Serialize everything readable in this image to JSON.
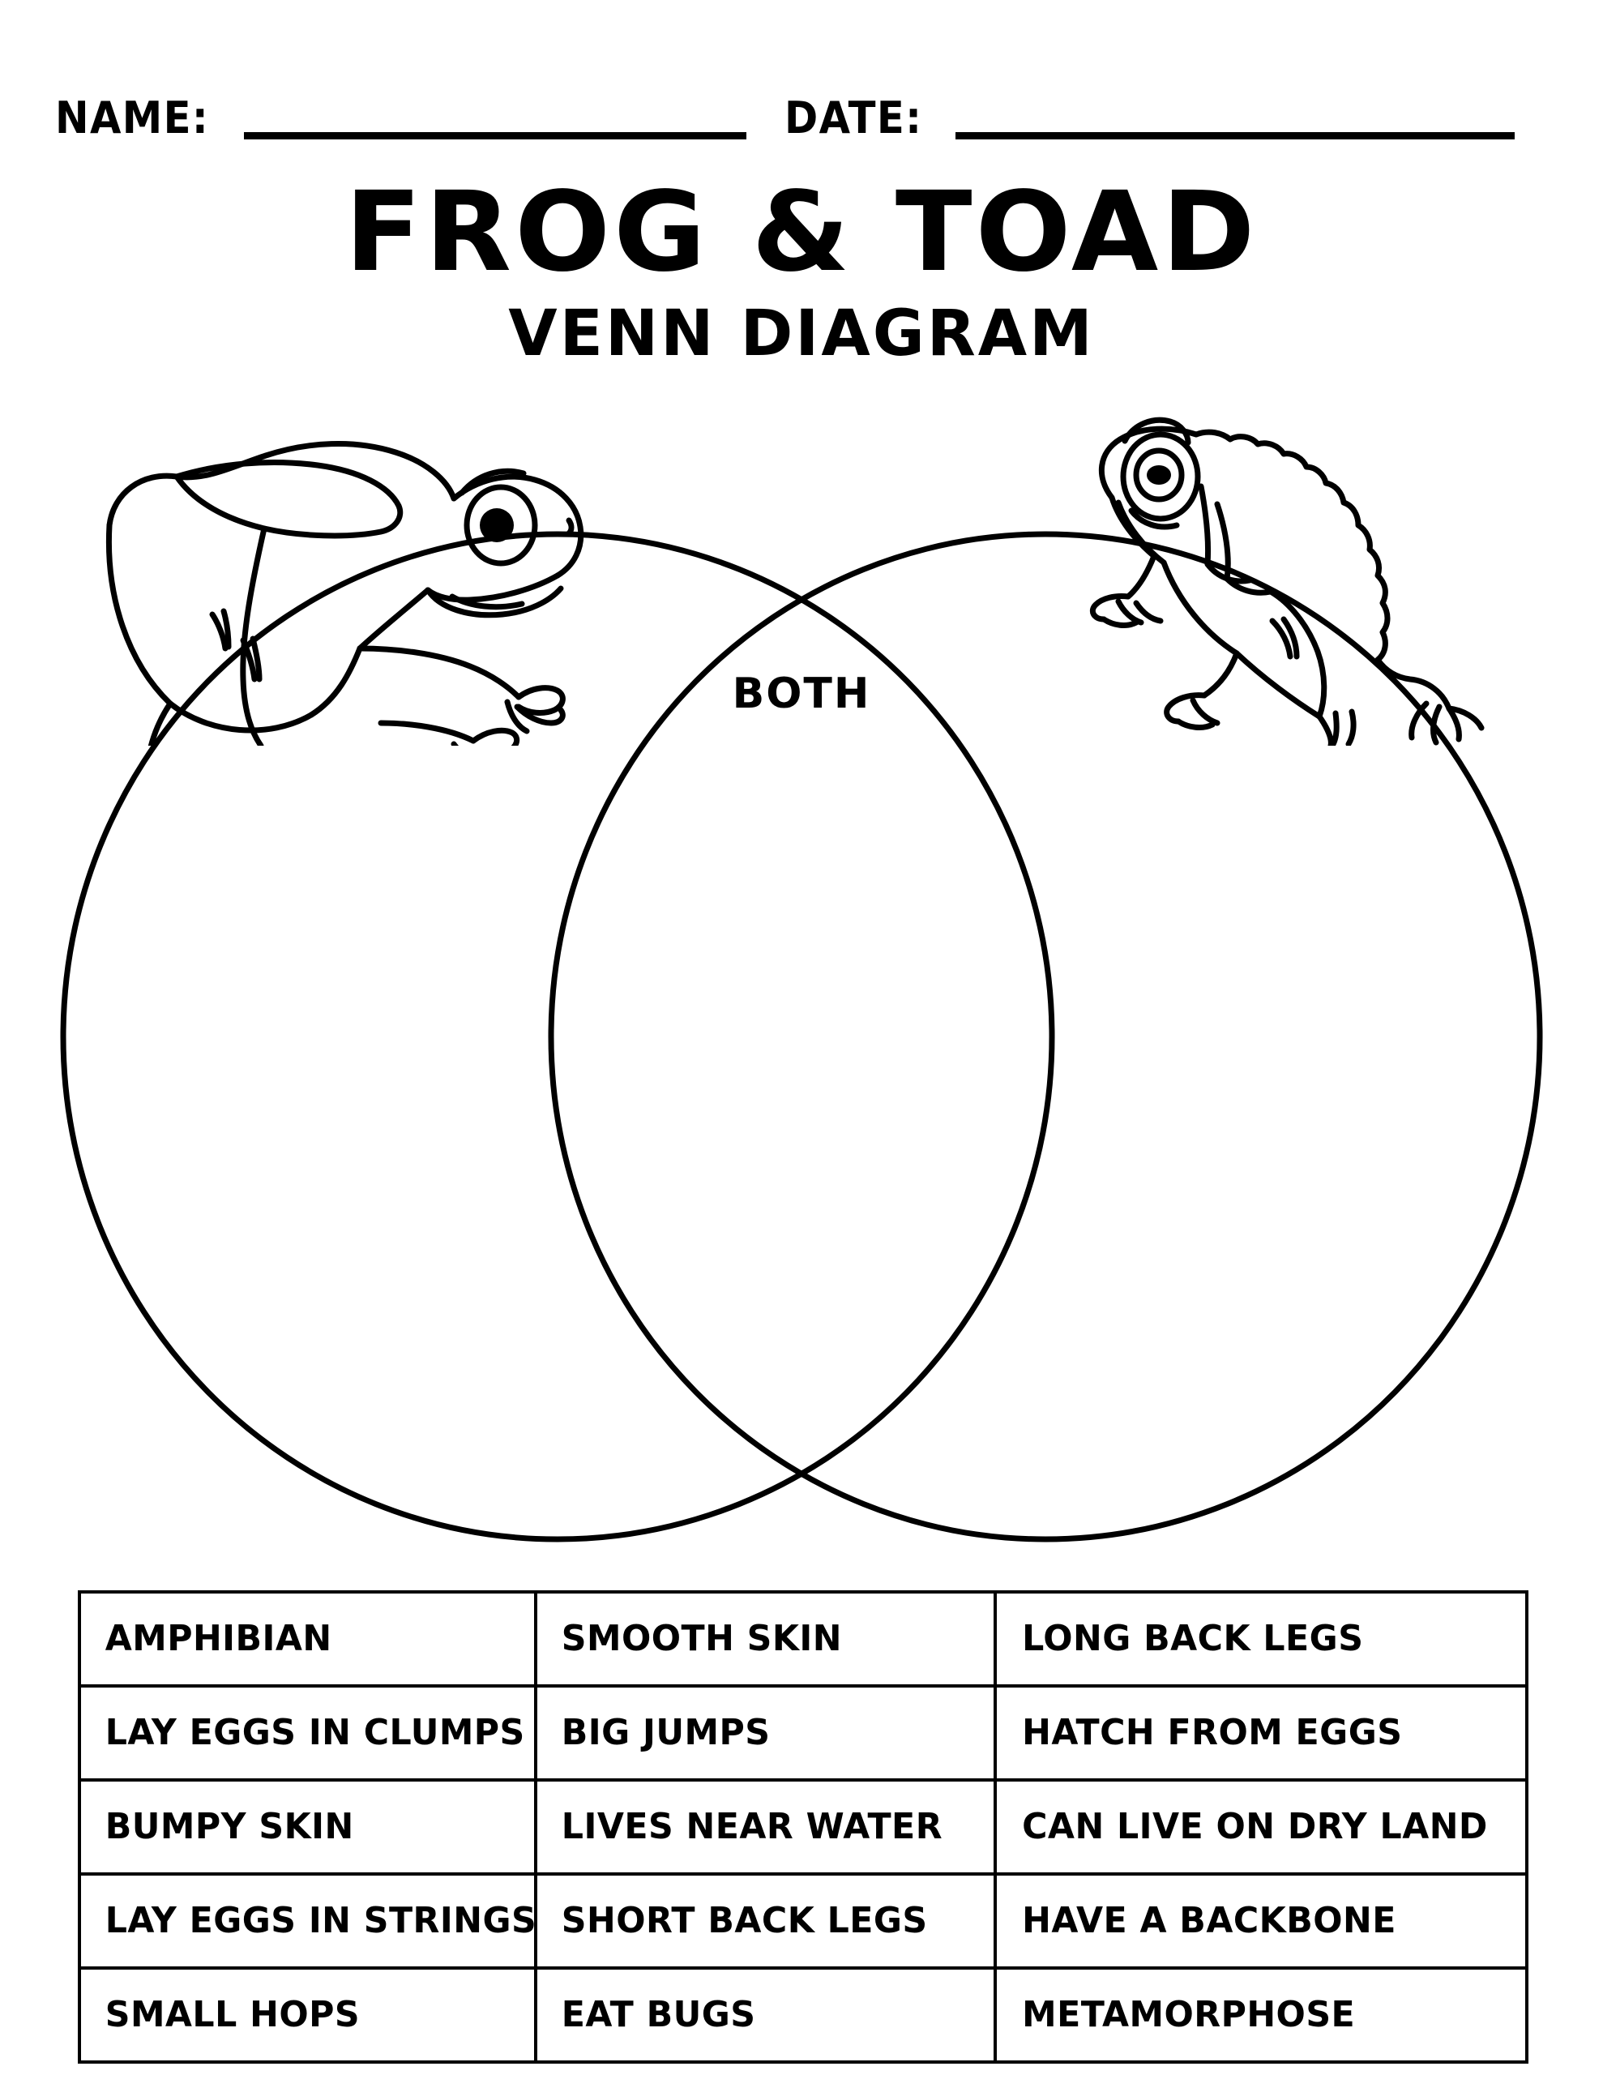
{
  "page": {
    "background_color": "#ffffff",
    "ink_color": "#000000"
  },
  "header": {
    "name_label": "NAME:",
    "date_label": "DATE:",
    "name_value": "",
    "date_value": ""
  },
  "title": {
    "main": "FROG & TOAD",
    "sub": "VENN DIAGRAM"
  },
  "venn": {
    "left_circle_label": "",
    "right_circle_label": "",
    "overlap_label": "BOTH",
    "left_illustration": "frog-illustration",
    "right_illustration": "toad-illustration"
  },
  "word_bank": {
    "rows": [
      [
        "AMPHIBIAN",
        "SMOOTH SKIN",
        "LONG BACK LEGS"
      ],
      [
        "LAY EGGS IN CLUMPS",
        "BIG JUMPS",
        "HATCH FROM EGGS"
      ],
      [
        "BUMPY SKIN",
        "LIVES NEAR WATER",
        "CAN LIVE ON DRY LAND"
      ],
      [
        "LAY EGGS IN STRINGS",
        "SHORT BACK LEGS",
        "HAVE A BACKBONE"
      ],
      [
        "SMALL HOPS",
        "EAT BUGS",
        "METAMORPHOSE"
      ]
    ]
  }
}
